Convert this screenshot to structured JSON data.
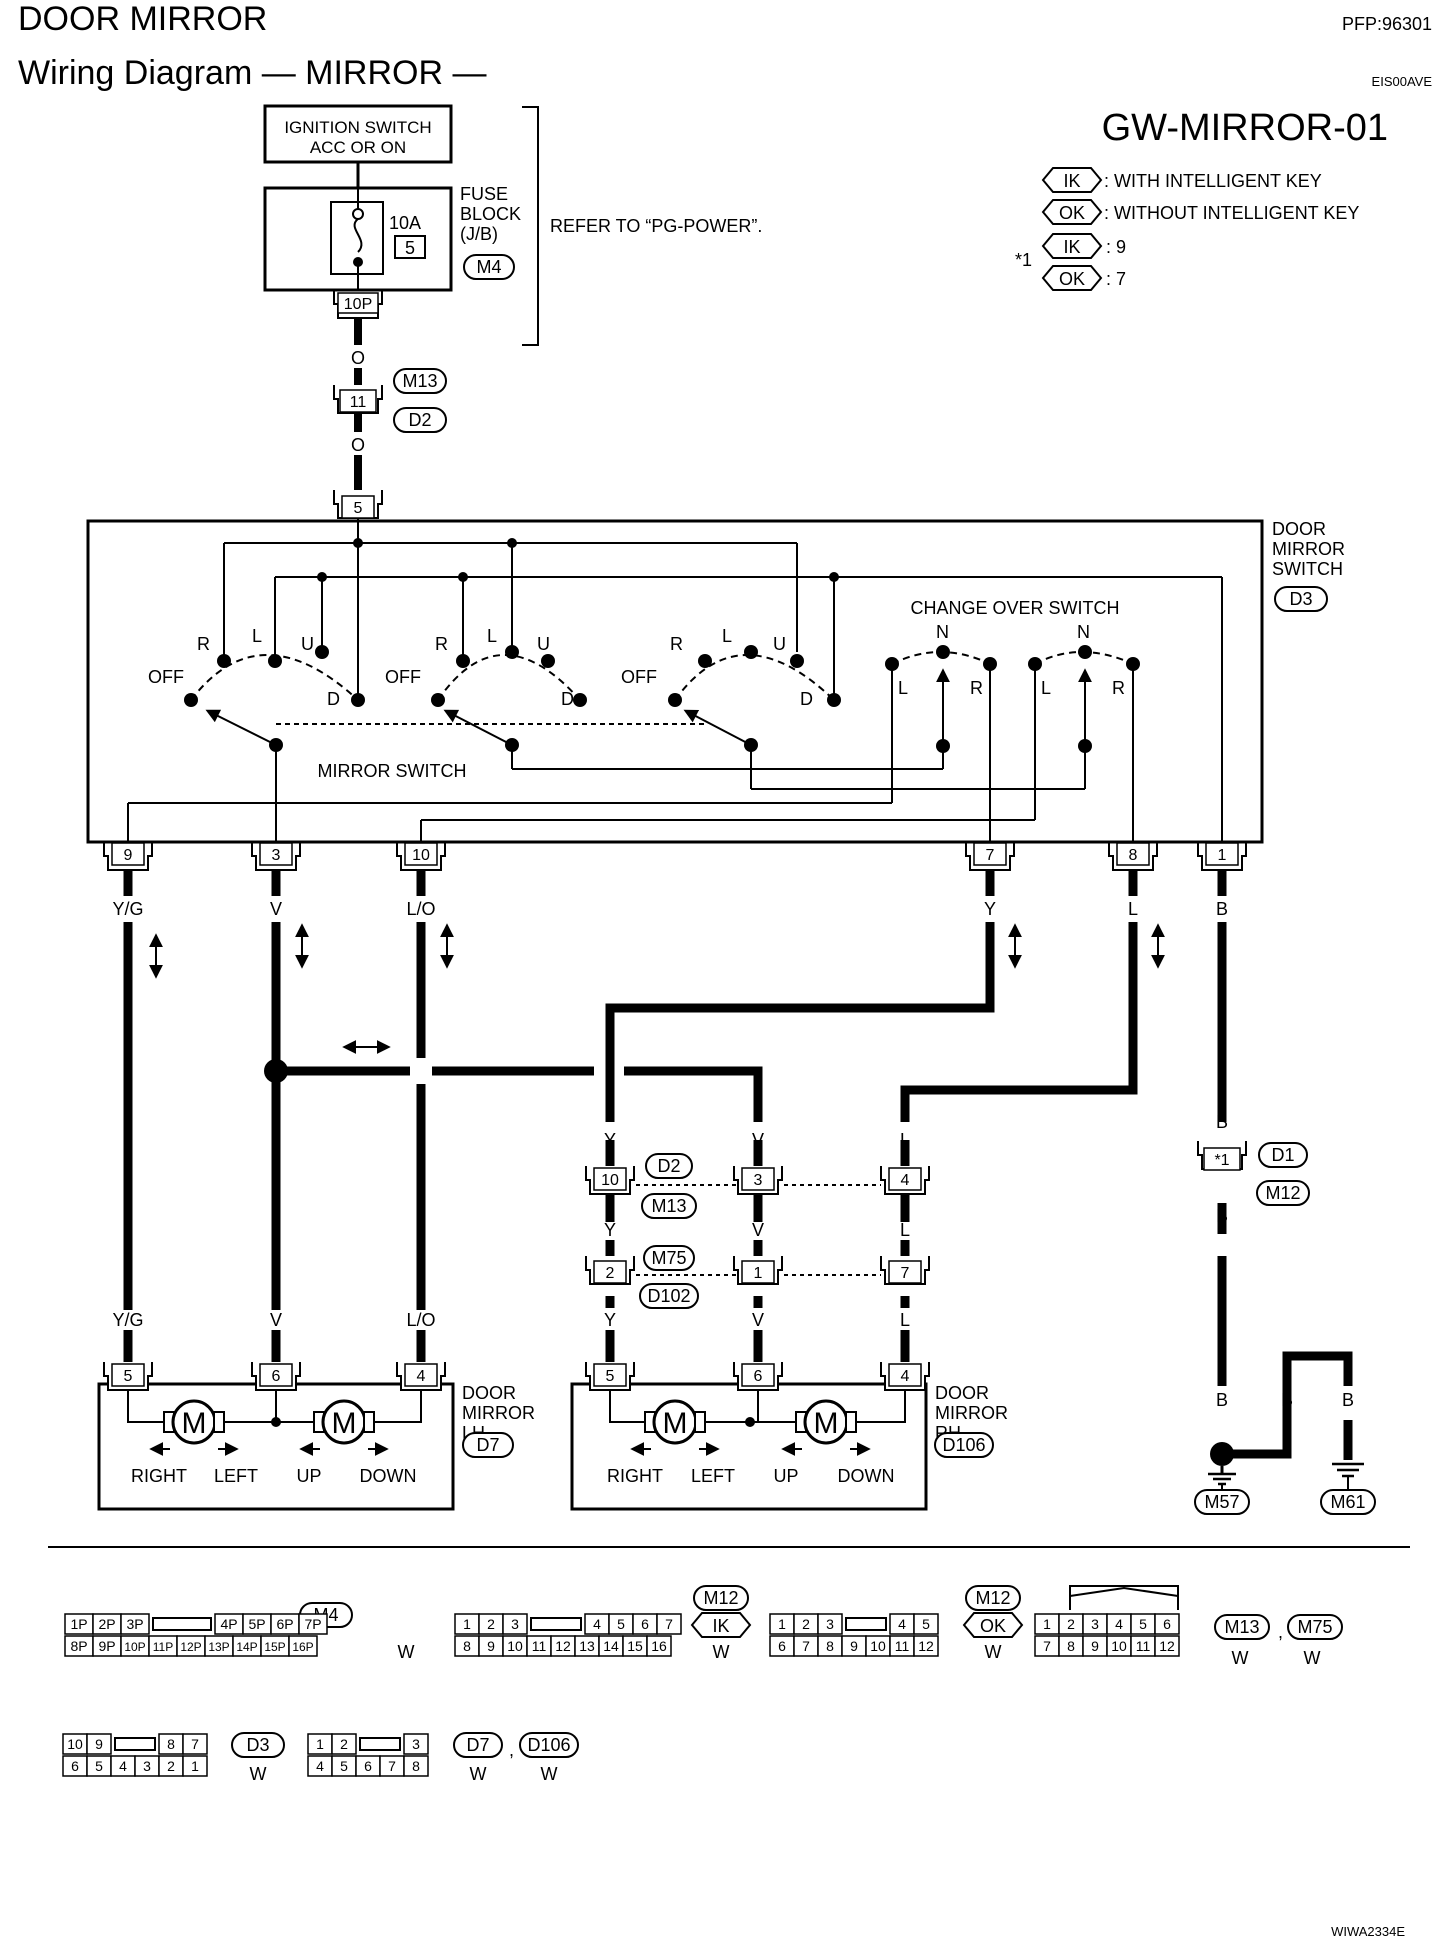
{
  "header": {
    "title": "DOOR MIRROR",
    "subtitle": "Wiring Diagram — MIRROR —",
    "pfp": "PFP:96301",
    "code": "EIS00AVE",
    "diagram_id": "GW-MIRROR-01",
    "footer_code": "WIWA2334E"
  },
  "legend": {
    "ik": "IK",
    "ok": "OK",
    "ik_text": ": WITH INTELLIGENT KEY",
    "ok_text": ": WITHOUT INTELLIGENT KEY",
    "star": "*1",
    "ik_val": ": 9",
    "ok_val": ": 7"
  },
  "power": {
    "ign_line1": "IGNITION SWITCH",
    "ign_line2": "ACC OR ON",
    "fuse_amp": "10A",
    "fuse_num": "5",
    "fuse_l1": "FUSE",
    "fuse_l2": "BLOCK",
    "fuse_l3": "(J/B)",
    "fuse_conn": "M4",
    "fuse_term": "10P",
    "refer": "REFER TO “PG-POWER”.",
    "wire_o1": "O",
    "wire_o2": "O",
    "joint_term": "11",
    "joint_c1": "M13",
    "joint_c2": "D2",
    "sw_in_term": "5"
  },
  "switch": {
    "name_l1": "DOOR",
    "name_l2": "MIRROR",
    "name_l3": "SWITCH",
    "conn": "D3",
    "changeover": "CHANGE OVER SWITCH",
    "mirror_switch": "MIRROR SWITCH",
    "off": "OFF",
    "r": "R",
    "l": "L",
    "u": "U",
    "d": "D",
    "n": "N",
    "terminals": [
      "9",
      "3",
      "10",
      "7",
      "8",
      "1"
    ]
  },
  "wires": {
    "yg": "Y/G",
    "v": "V",
    "lo": "L/O",
    "y": "Y",
    "l": "L",
    "b": "B"
  },
  "joints": {
    "row1": [
      "10",
      "3",
      "4"
    ],
    "row1_c1": "D2",
    "row1_c2": "M13",
    "row2": [
      "2",
      "1",
      "7"
    ],
    "row2_c1": "M75",
    "row2_c2": "D102",
    "ground_term": "*1",
    "ground_c1": "D1",
    "ground_c2": "M12",
    "gnd1": "M57",
    "gnd2": "M61"
  },
  "mirror_lh": {
    "name_l1": "DOOR",
    "name_l2": "MIRROR",
    "name_l3": "LH",
    "conn": "D7",
    "terminals": [
      "5",
      "6",
      "4"
    ],
    "right": "RIGHT",
    "left": "LEFT",
    "up": "UP",
    "down": "DOWN",
    "motor": "M"
  },
  "mirror_rh": {
    "name_l1": "DOOR",
    "name_l2": "MIRROR",
    "name_l3": "RH",
    "conn": "D106",
    "terminals": [
      "5",
      "6",
      "4"
    ],
    "right": "RIGHT",
    "left": "LEFT",
    "up": "UP",
    "down": "DOWN",
    "motor": "M"
  },
  "connectors": {
    "m4_top": [
      "1P",
      "2P",
      "3P",
      "4P",
      "5P",
      "6P",
      "7P"
    ],
    "m4_bottom": [
      "8P",
      "9P",
      "10P",
      "11P",
      "12P",
      "13P",
      "14P",
      "15P",
      "16P"
    ],
    "m4_label": "M4",
    "w": "W",
    "m12a_top": [
      "1",
      "2",
      "3",
      "4",
      "5",
      "6",
      "7"
    ],
    "m12a_bottom": [
      "8",
      "9",
      "10",
      "11",
      "12",
      "13",
      "14",
      "15",
      "16"
    ],
    "m12a_label": "M12",
    "m12a_key": "IK",
    "m12b_top": [
      "1",
      "2",
      "3",
      "4",
      "5"
    ],
    "m12b_bottom": [
      "6",
      "7",
      "8",
      "9",
      "10",
      "11",
      "12"
    ],
    "m12b_label": "M12",
    "m12b_key": "OK",
    "m13_top": [
      "1",
      "2",
      "3",
      "4",
      "5",
      "6"
    ],
    "m13_bottom": [
      "7",
      "8",
      "9",
      "10",
      "11",
      "12"
    ],
    "m13_label": "M13",
    "m75_label": "M75",
    "comma": ",",
    "d3_top": [
      "10",
      "9",
      "8",
      "7"
    ],
    "d3_bottom": [
      "6",
      "5",
      "4",
      "3",
      "2",
      "1"
    ],
    "d3_label": "D3",
    "d7_top": [
      "1",
      "2",
      "3"
    ],
    "d7_bottom": [
      "4",
      "5",
      "6",
      "7",
      "8"
    ],
    "d7_label": "D7",
    "d106_label": "D106"
  }
}
